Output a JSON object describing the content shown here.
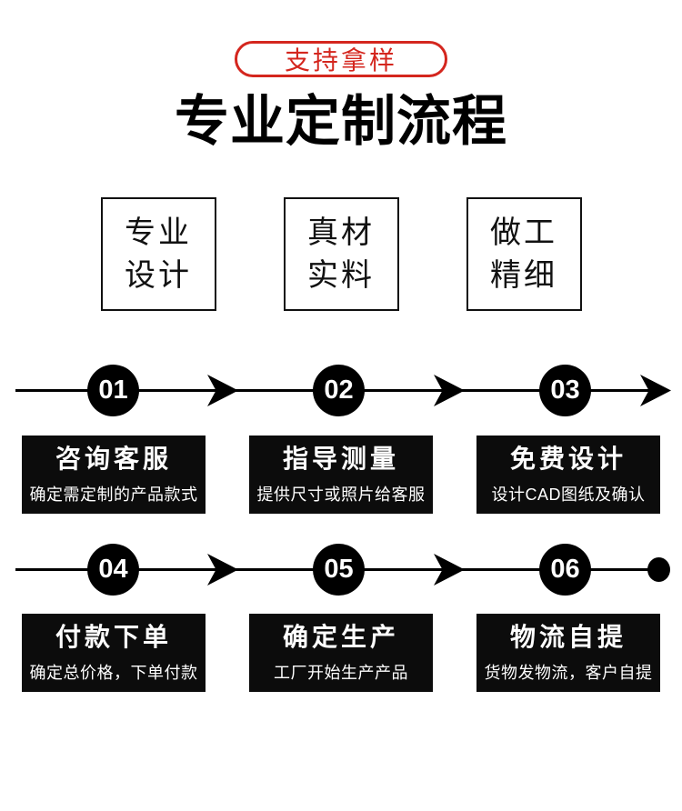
{
  "colors": {
    "accent_red": "#d4261e",
    "black": "#0c0c0c",
    "white": "#ffffff"
  },
  "badge": {
    "label": "支持拿样"
  },
  "title": "专业定制流程",
  "features": [
    {
      "line1": "专业",
      "line2": "设计"
    },
    {
      "line1": "真材",
      "line2": "实料"
    },
    {
      "line1": "做工",
      "line2": "精细"
    }
  ],
  "steps": [
    {
      "number": "01",
      "title": "咨询客服",
      "desc": "确定需定制的产品款式"
    },
    {
      "number": "02",
      "title": "指导测量",
      "desc": "提供尺寸或照片给客服"
    },
    {
      "number": "03",
      "title": "免费设计",
      "desc": "设计CAD图纸及确认"
    },
    {
      "number": "04",
      "title": "付款下单",
      "desc": "确定总价格，下单付款"
    },
    {
      "number": "05",
      "title": "确定生产",
      "desc": "工厂开始生产产品"
    },
    {
      "number": "06",
      "title": "物流自提",
      "desc": "货物发物流，客户自提"
    }
  ]
}
